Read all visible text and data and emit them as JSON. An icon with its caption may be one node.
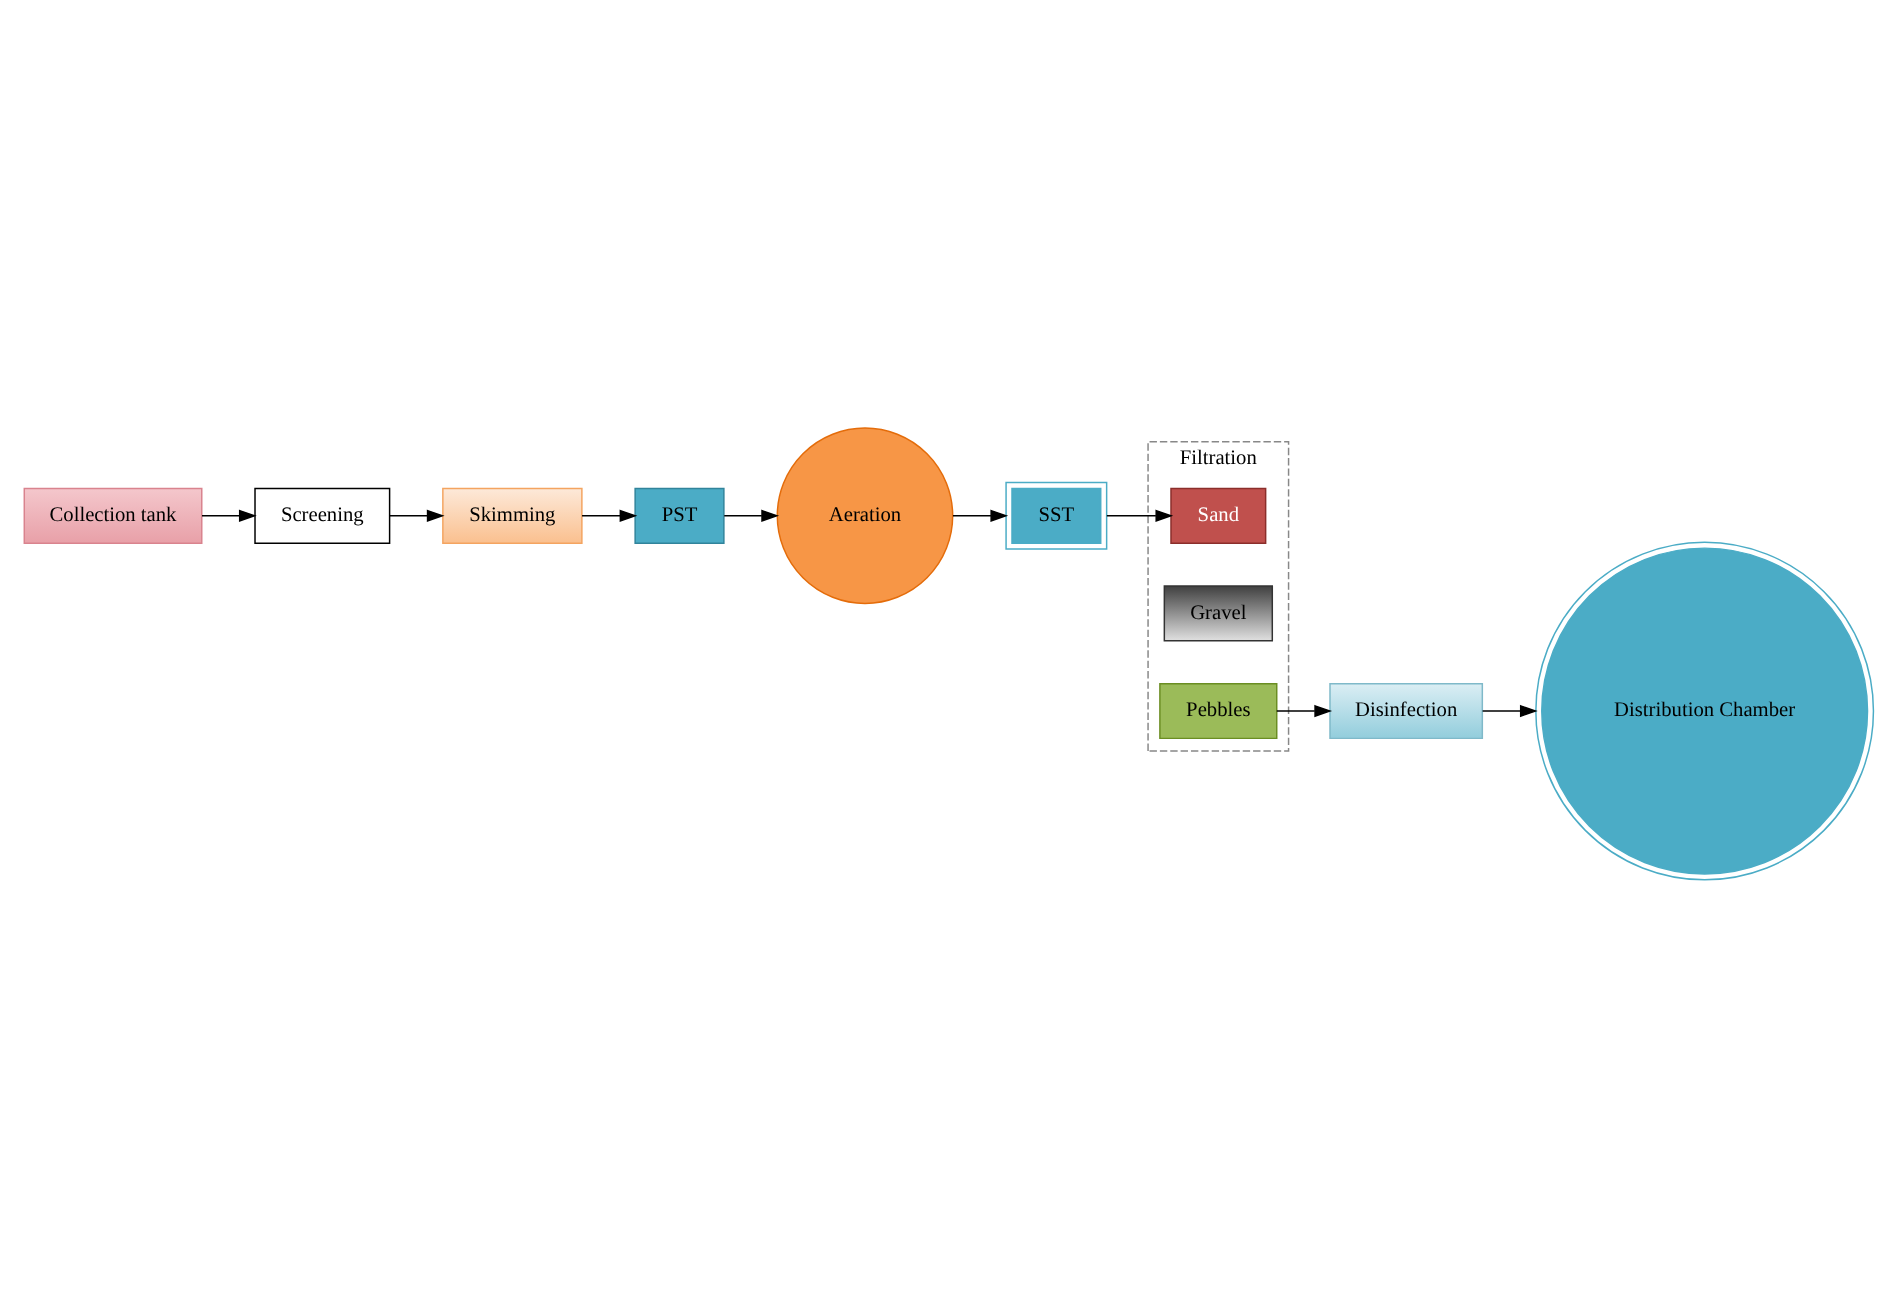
{
  "diagram": {
    "nodes": [
      {
        "text": [
          "Collection tank"
        ]
      },
      {
        "text": [
          "Screening"
        ]
      },
      {
        "text": [
          "Skimming"
        ]
      },
      {
        "text": [
          "PST"
        ]
      },
      {
        "text": [
          "Aeration"
        ]
      },
      {
        "text": [
          "SST"
        ]
      },
      {
        "text": [
          "Filtration"
        ]
      },
      {
        "text": [
          "Sand"
        ],
        "in": 6
      },
      {
        "text": [
          "Gravel"
        ],
        "in": 6
      },
      {
        "text": [
          "Pebbles"
        ],
        "in": 6
      },
      {
        "text": [
          "Disinfection"
        ]
      },
      {
        "text": [
          "Distribution Chamber"
        ]
      }
    ],
    "edges": [
      {
        "from": 0,
        "to": 1,
        "arrow": "to"
      },
      {
        "from": 1,
        "to": 2,
        "arrow": "to"
      },
      {
        "from": 2,
        "to": 3,
        "arrow": "to"
      },
      {
        "from": 3,
        "to": 4,
        "arrow": "to"
      },
      {
        "from": 4,
        "to": 5,
        "arrow": "to"
      },
      {
        "from": 5,
        "to": 7,
        "arrow": "to"
      },
      {
        "from": 9,
        "to": 10,
        "arrow": "to"
      },
      {
        "from": 10,
        "to": 11,
        "arrow": "to"
      }
    ]
  }
}
